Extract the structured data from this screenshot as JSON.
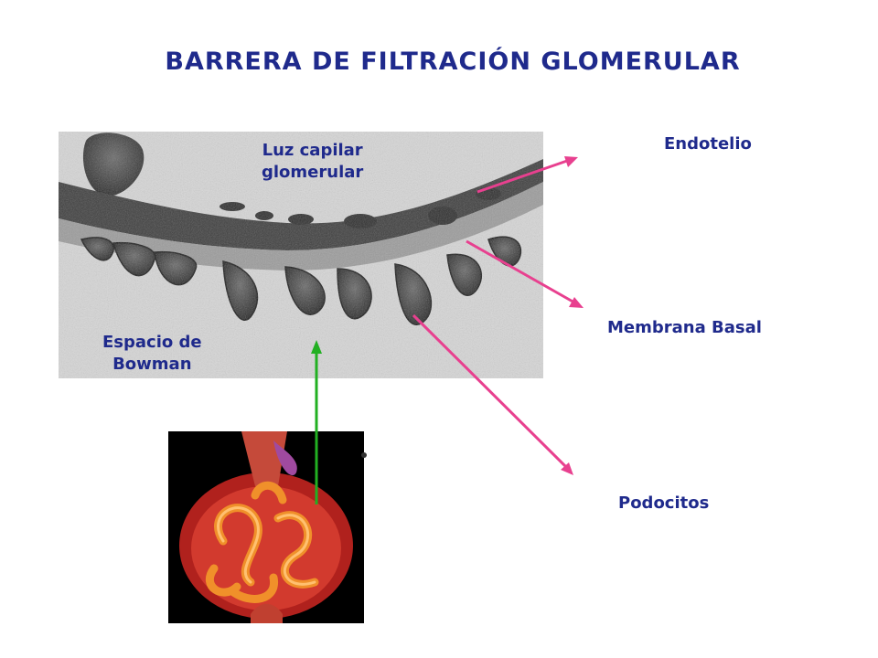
{
  "title": "BARRERA DE FILTRACIÓN GLOMERULAR",
  "labels": {
    "luz_line1": "Luz capilar",
    "luz_line2": "glomerular",
    "espacio_line1": "Espacio de",
    "espacio_line2": "Bowman",
    "endotelio": "Endotelio",
    "membrana": "Membrana Basal",
    "podocitos": "Podocitos"
  },
  "colors": {
    "title_text": "#1f2a8c",
    "arrow_pointer": "#e8408f",
    "arrow_up": "#22b022"
  }
}
